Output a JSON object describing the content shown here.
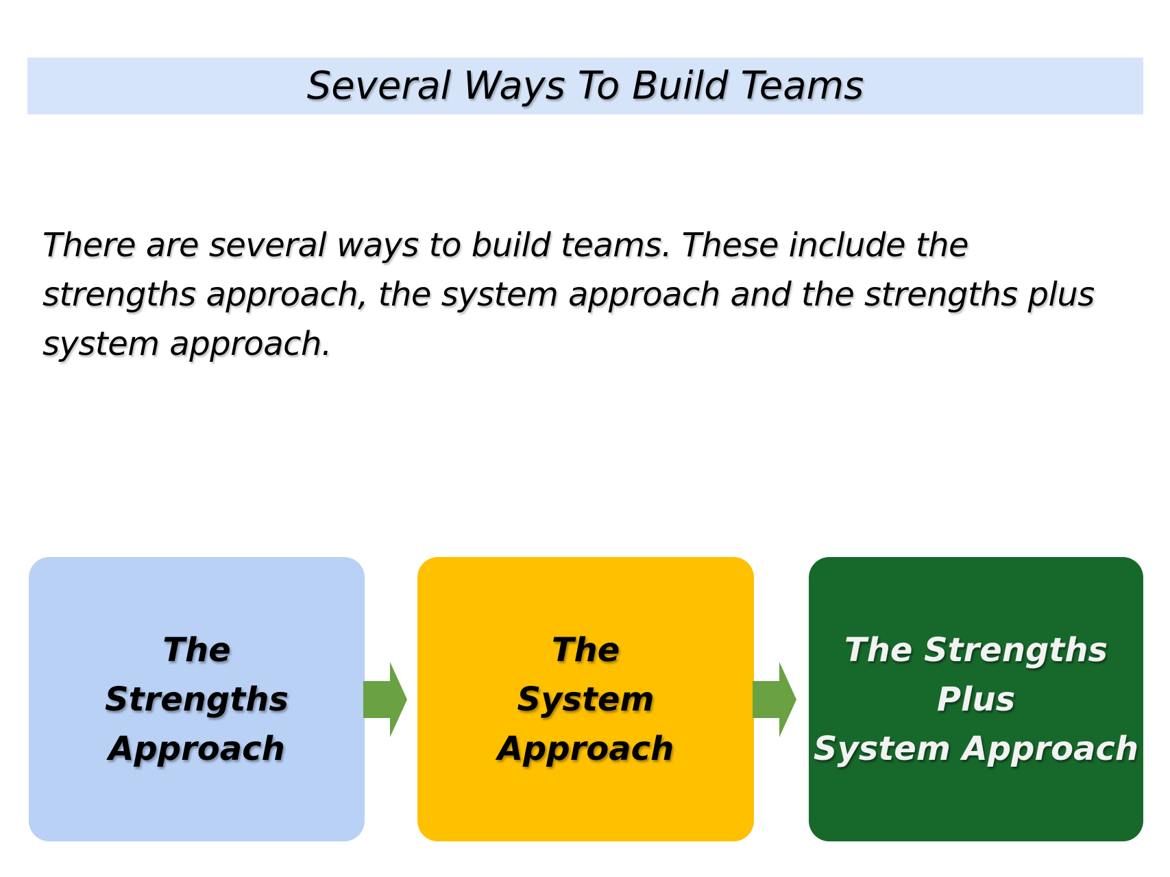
{
  "title_bar": {
    "label": "Several Ways To Build Teams",
    "bg": "#d6e4f9",
    "text_color": "#000000"
  },
  "intro": {
    "lines": [
      "There are several ways to build teams. These include the",
      "strengths approach, the system approach and the strengths plus",
      "system approach."
    ],
    "text_color": "#000000"
  },
  "flow": {
    "boxes": [
      {
        "id": "strengths-approach",
        "lines": [
          "The",
          "Strengths",
          "Approach"
        ],
        "bg": "#b8d1f5",
        "text_color": "#000000"
      },
      {
        "id": "system-approach",
        "lines": [
          "The",
          "System",
          "Approach"
        ],
        "bg": "#ffc000",
        "text_color": "#000000"
      },
      {
        "id": "strengths-plus-system-approach",
        "lines": [
          "The Strengths",
          "Plus",
          "System Approach"
        ],
        "bg": "#17692b",
        "text_color": "#f2f2f2"
      }
    ],
    "arrow_color": "#6aa143"
  }
}
